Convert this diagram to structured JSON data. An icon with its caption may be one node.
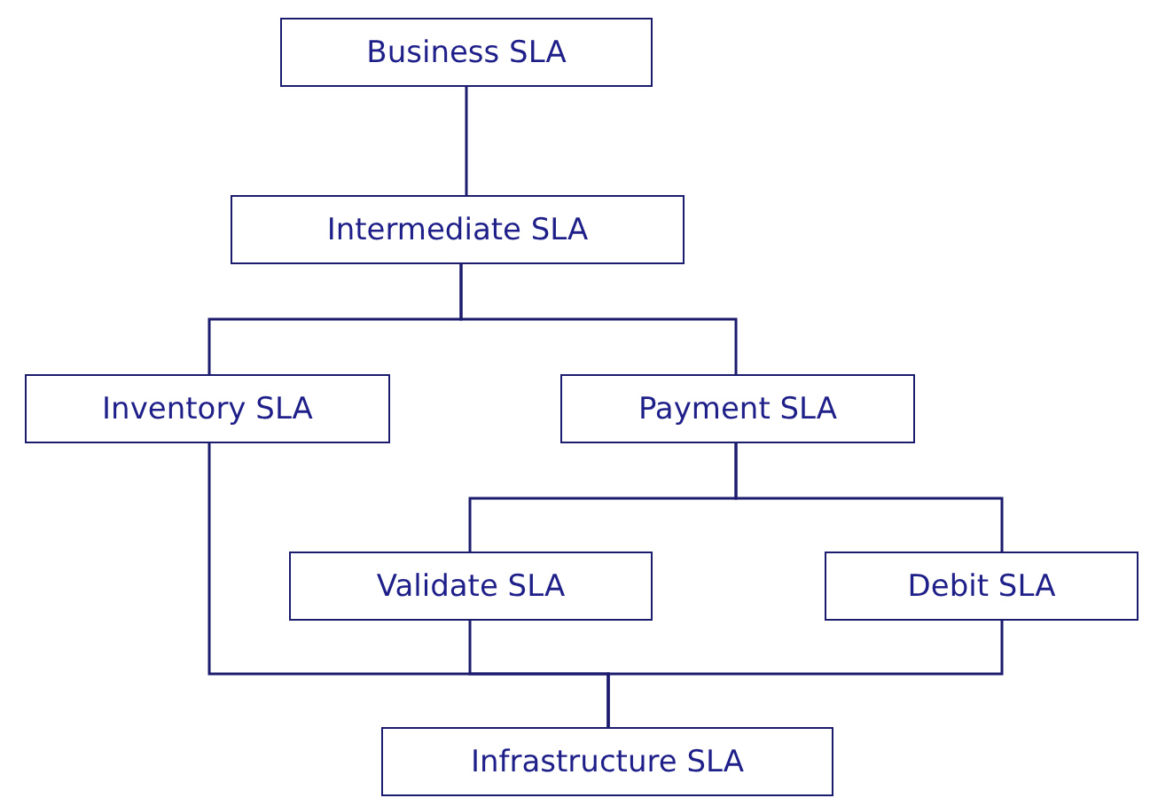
{
  "diagram": {
    "nodes": [
      {
        "text": [
          "Business SLA"
        ]
      },
      {
        "text": [
          "Intermediate SLA"
        ]
      },
      {
        "text": [
          "Inventory SLA"
        ]
      },
      {
        "text": [
          "Payment SLA"
        ]
      },
      {
        "text": [
          "Validate SLA"
        ]
      },
      {
        "text": [
          "Debit SLA"
        ]
      },
      {
        "text": [
          "Infrastructure SLA"
        ]
      }
    ],
    "edges": [
      {
        "from": 0,
        "to": 1,
        "arrow": "none"
      },
      {
        "from": 1,
        "to": 2,
        "arrow": "none"
      },
      {
        "from": 1,
        "to": 3,
        "arrow": "none"
      },
      {
        "from": 3,
        "to": 4,
        "arrow": "none"
      },
      {
        "from": 3,
        "to": 5,
        "arrow": "none"
      },
      {
        "from": 2,
        "to": 6,
        "arrow": "none"
      },
      {
        "from": 4,
        "to": 6,
        "arrow": "none"
      },
      {
        "from": 5,
        "to": 6,
        "arrow": "none"
      }
    ]
  }
}
